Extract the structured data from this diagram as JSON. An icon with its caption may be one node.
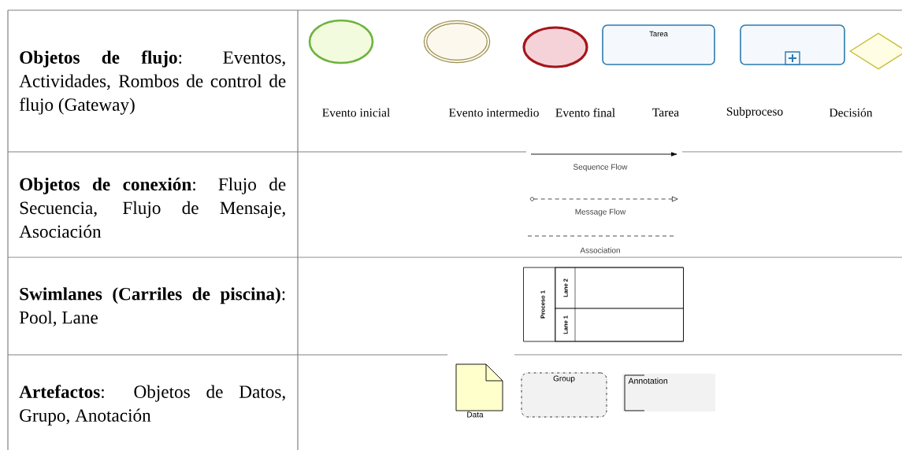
{
  "diagram": {
    "nodes": [
      {
        "text": [],
        "shape": "circle",
        "beside": [
          "Evento inicial"
        ]
      },
      {
        "text": [],
        "shape": "circle",
        "beside": [
          "Evento intermedio"
        ]
      },
      {
        "text": [],
        "shape": "circle",
        "beside": [
          "Evento final"
        ]
      },
      {
        "text": [
          "Tarea"
        ],
        "beside": [
          "Tarea"
        ]
      },
      {
        "text": [],
        "shape": "box",
        "beside": [
          "Subproceso"
        ]
      },
      {
        "text": [],
        "shape": "diamond",
        "beside": [
          "Decisión"
        ]
      },
      {
        "text": [
          "Proceso 1"
        ]
      },
      {
        "text": [
          "Lane 2"
        ],
        "in": 6
      },
      {
        "text": [
          "Lane 1"
        ],
        "in": 6
      },
      {
        "text": [
          "Data"
        ]
      },
      {
        "text": [
          "Group"
        ]
      },
      {
        "text": [
          "Annotation"
        ]
      }
    ],
    "labels": [
      "**Objetos de flujo**: Eventos, Actividades, Rombos de control de flujo (Gateway)",
      "**Objetos de conexión**: Flujo de Secuencia, Flujo de Mensaje, Asociación",
      "**Swimlanes (Carriles de piscina)**: Pool, Lane",
      "**Artefactos**: Objetos de Datos, Grupo, Anotación",
      "Sequence Flow",
      "Message Flow",
      "Association"
    ]
  }
}
